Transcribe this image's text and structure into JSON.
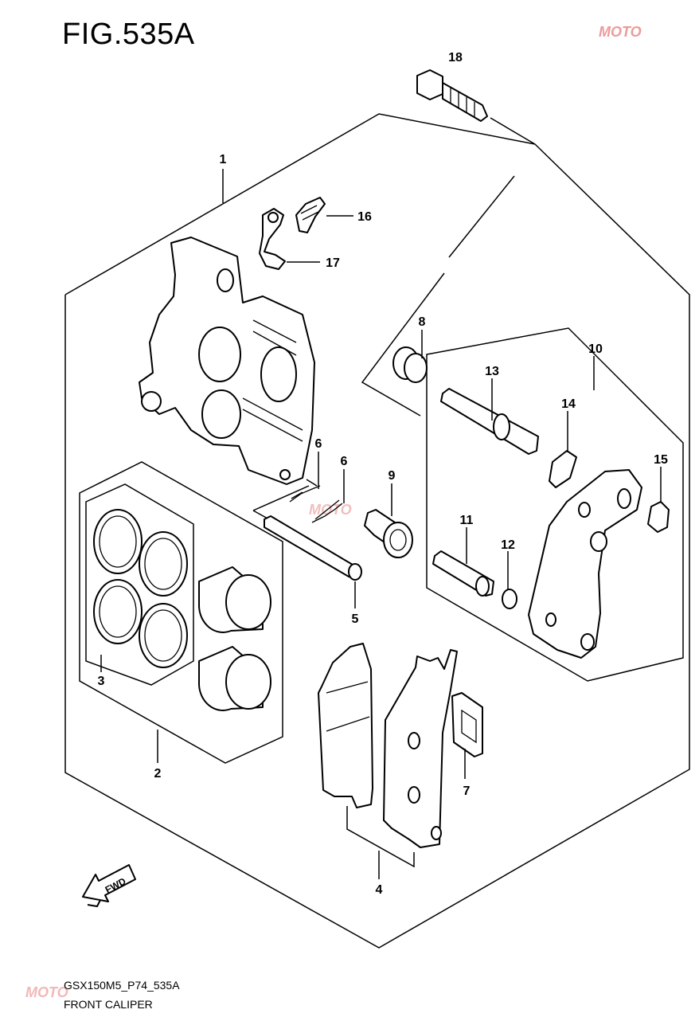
{
  "figure": {
    "title": "FIG.535A",
    "code": "GSX150M5_P74_535A",
    "caption": "FRONT CALIPER",
    "fwd_label": "FWD"
  },
  "watermark": {
    "text": "MOTO"
  },
  "callouts": {
    "c1": "1",
    "c2": "2",
    "c3": "3",
    "c4": "4",
    "c5": "5",
    "c6a": "6",
    "c6b": "6",
    "c7": "7",
    "c8": "8",
    "c9": "9",
    "c10": "10",
    "c11": "11",
    "c12": "12",
    "c13": "13",
    "c14": "14",
    "c15": "15",
    "c16": "16",
    "c17": "17",
    "c18": "18"
  }
}
